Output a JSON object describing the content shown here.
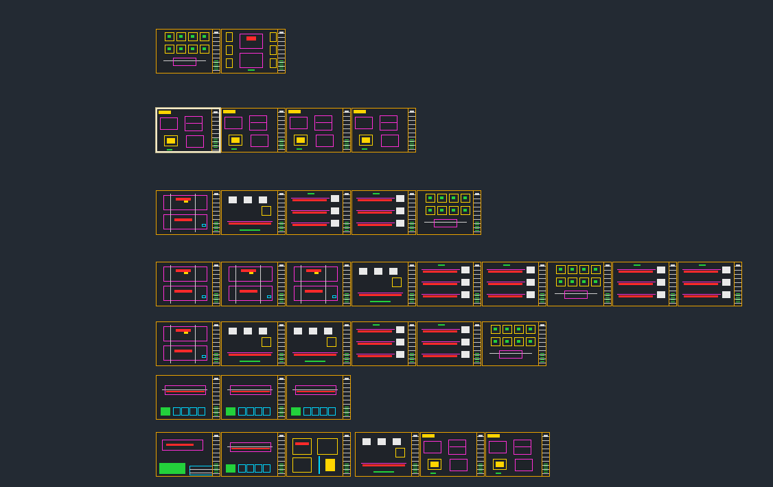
{
  "app": {
    "background": "#232a33",
    "sheet_border_color": "#e8a100",
    "selection_color": "#f3e9c6"
  },
  "rows": [
    {
      "id": "row-1",
      "sheets": [
        {
          "kind": "grid-large"
        },
        {
          "kind": "grid-frames"
        }
      ]
    },
    {
      "id": "row-2",
      "sheets": [
        {
          "kind": "stair-selected",
          "selected": true
        },
        {
          "kind": "stair"
        },
        {
          "kind": "stair"
        },
        {
          "kind": "stair"
        }
      ]
    },
    {
      "id": "row-3",
      "sheets": [
        {
          "kind": "plan"
        },
        {
          "kind": "details"
        },
        {
          "kind": "beams"
        },
        {
          "kind": "beams"
        },
        {
          "kind": "frames"
        }
      ]
    },
    {
      "id": "row-4",
      "sheets": [
        {
          "kind": "plan"
        },
        {
          "kind": "plan"
        },
        {
          "kind": "plan"
        },
        {
          "kind": "details"
        },
        {
          "kind": "beams"
        },
        {
          "kind": "beams"
        },
        {
          "kind": "frames"
        },
        {
          "kind": "beams"
        },
        {
          "kind": "beams"
        }
      ]
    },
    {
      "id": "row-5",
      "sheets": [
        {
          "kind": "plan"
        },
        {
          "kind": "details"
        },
        {
          "kind": "details"
        },
        {
          "kind": "beams"
        },
        {
          "kind": "beams"
        },
        {
          "kind": "frames"
        }
      ]
    },
    {
      "id": "row-6",
      "sheets": [
        {
          "kind": "section"
        },
        {
          "kind": "section"
        },
        {
          "kind": "section"
        }
      ]
    },
    {
      "id": "row-7",
      "sheets": [
        {
          "kind": "table"
        },
        {
          "kind": "section"
        },
        {
          "kind": "elevation"
        },
        {
          "kind": "details"
        },
        {
          "kind": "stair"
        },
        {
          "kind": "stair"
        }
      ]
    }
  ]
}
